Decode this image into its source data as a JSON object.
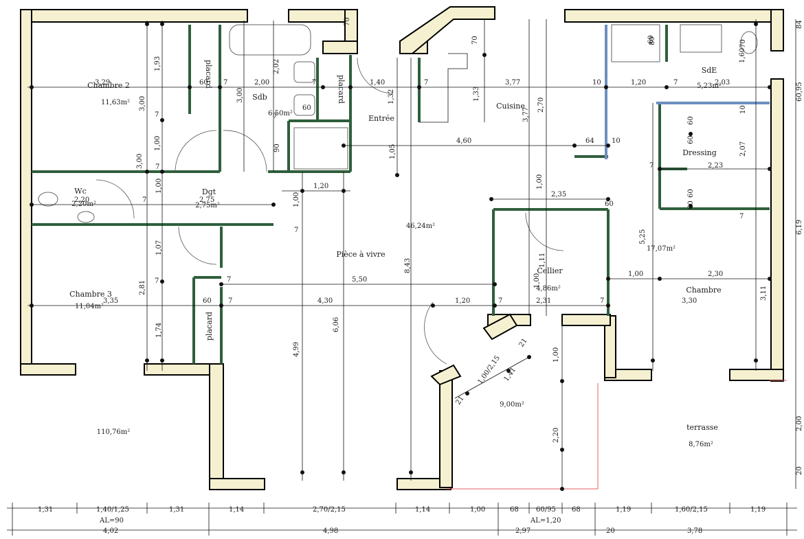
{
  "rooms": {
    "chambre2": {
      "name": "Chambre 2",
      "area": "11,63m²"
    },
    "sdb": {
      "name": "Sdb",
      "area": "6,50m²"
    },
    "entree": {
      "name": "Entrée"
    },
    "cuisine": {
      "name": "Cuisine"
    },
    "sde": {
      "name": "SdE",
      "area": "5,23m²"
    },
    "dressing": {
      "name": "Dressing"
    },
    "wc": {
      "name": "Wc",
      "area": "2,20m²"
    },
    "dgt": {
      "name": "Dgt",
      "area": "2,75m²"
    },
    "piece_a_vivre": {
      "name": "Pièce à vivre",
      "area": "46,24m²"
    },
    "cellier": {
      "name": "Cellier",
      "area": "4,86m²"
    },
    "chambre": {
      "name": "Chambre",
      "area": "17,07m²"
    },
    "chambre3": {
      "name": "Chambre 3",
      "area": "11,04m²"
    },
    "terrasse": {
      "name": "terrasse",
      "area": "8,76m²"
    },
    "garden_area": {
      "area": "110,76m²"
    },
    "porch_area": {
      "area": "9,00m²"
    },
    "placard1": {
      "name": "placard"
    },
    "placard2": {
      "name": "placard"
    },
    "placard3": {
      "name": "placard"
    }
  },
  "dimensions": {
    "interior": [
      "3,29",
      "1,93",
      "60",
      "7",
      "2,00",
      "2,02",
      "7",
      "1,40",
      "1,32",
      "7",
      "70",
      "3,77",
      "1,33",
      "2,70",
      "10",
      "1,20",
      "7",
      "2,03",
      "80",
      "1,60",
      "3,00",
      "3,00",
      "7",
      "1,00",
      "90",
      "1,05",
      "4,60",
      "64",
      "10",
      "3,77",
      "60",
      "2,07",
      "7",
      "2,23",
      "10",
      "7",
      "60",
      "1,20",
      "1,00",
      "2,75",
      "7",
      "2,20",
      "1,00",
      "1,00",
      "7",
      "2,35",
      "5,25",
      "60",
      "7",
      "1,07",
      "8,43",
      "1,11",
      "7",
      "5,50",
      "1,00",
      "2,30",
      "2,81",
      "60",
      "7",
      "4,30",
      "1,20",
      "7",
      "2,31",
      "7",
      "3,30",
      "3,11",
      "3,35",
      "6,06",
      "4,99",
      "1,74",
      "1,00",
      "2,20",
      "21",
      "1,00/2,15",
      "1,41",
      "21",
      "60",
      "70",
      "60",
      "70",
      "7",
      "6,19",
      "60,95",
      "84",
      "20",
      "2,00",
      "1,00",
      "3,00",
      "7",
      "60",
      "60"
    ],
    "bottom_row1": [
      "1,31",
      "1,40/1,25",
      "1,31",
      "1,14",
      "2,70/2,15",
      "1,14",
      "1,00",
      "68",
      "60/95",
      "68",
      "1,19",
      "1,60/2,15",
      "1,19"
    ],
    "bottom_notes": [
      "AL=90",
      "AL=1,20"
    ],
    "bottom_row2": [
      "4,02",
      "4,98",
      "2,97",
      "20",
      "3,78"
    ]
  }
}
